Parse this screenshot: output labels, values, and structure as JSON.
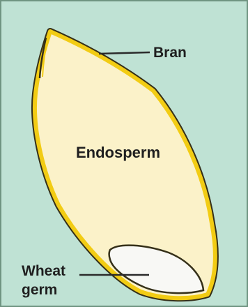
{
  "diagram": {
    "labels": {
      "bran": "Bran",
      "endosperm": "Endosperm",
      "germ_line1": "Wheat",
      "germ_line2": "germ"
    },
    "colors": {
      "background": "#bfe2d4",
      "bran": "#f2cc14",
      "bran_outline": "#353019",
      "endosperm": "#fbf2c9",
      "germ": "#f8f8f5",
      "leader_line": "#2b2b2b",
      "frame": "#6f9481"
    }
  }
}
